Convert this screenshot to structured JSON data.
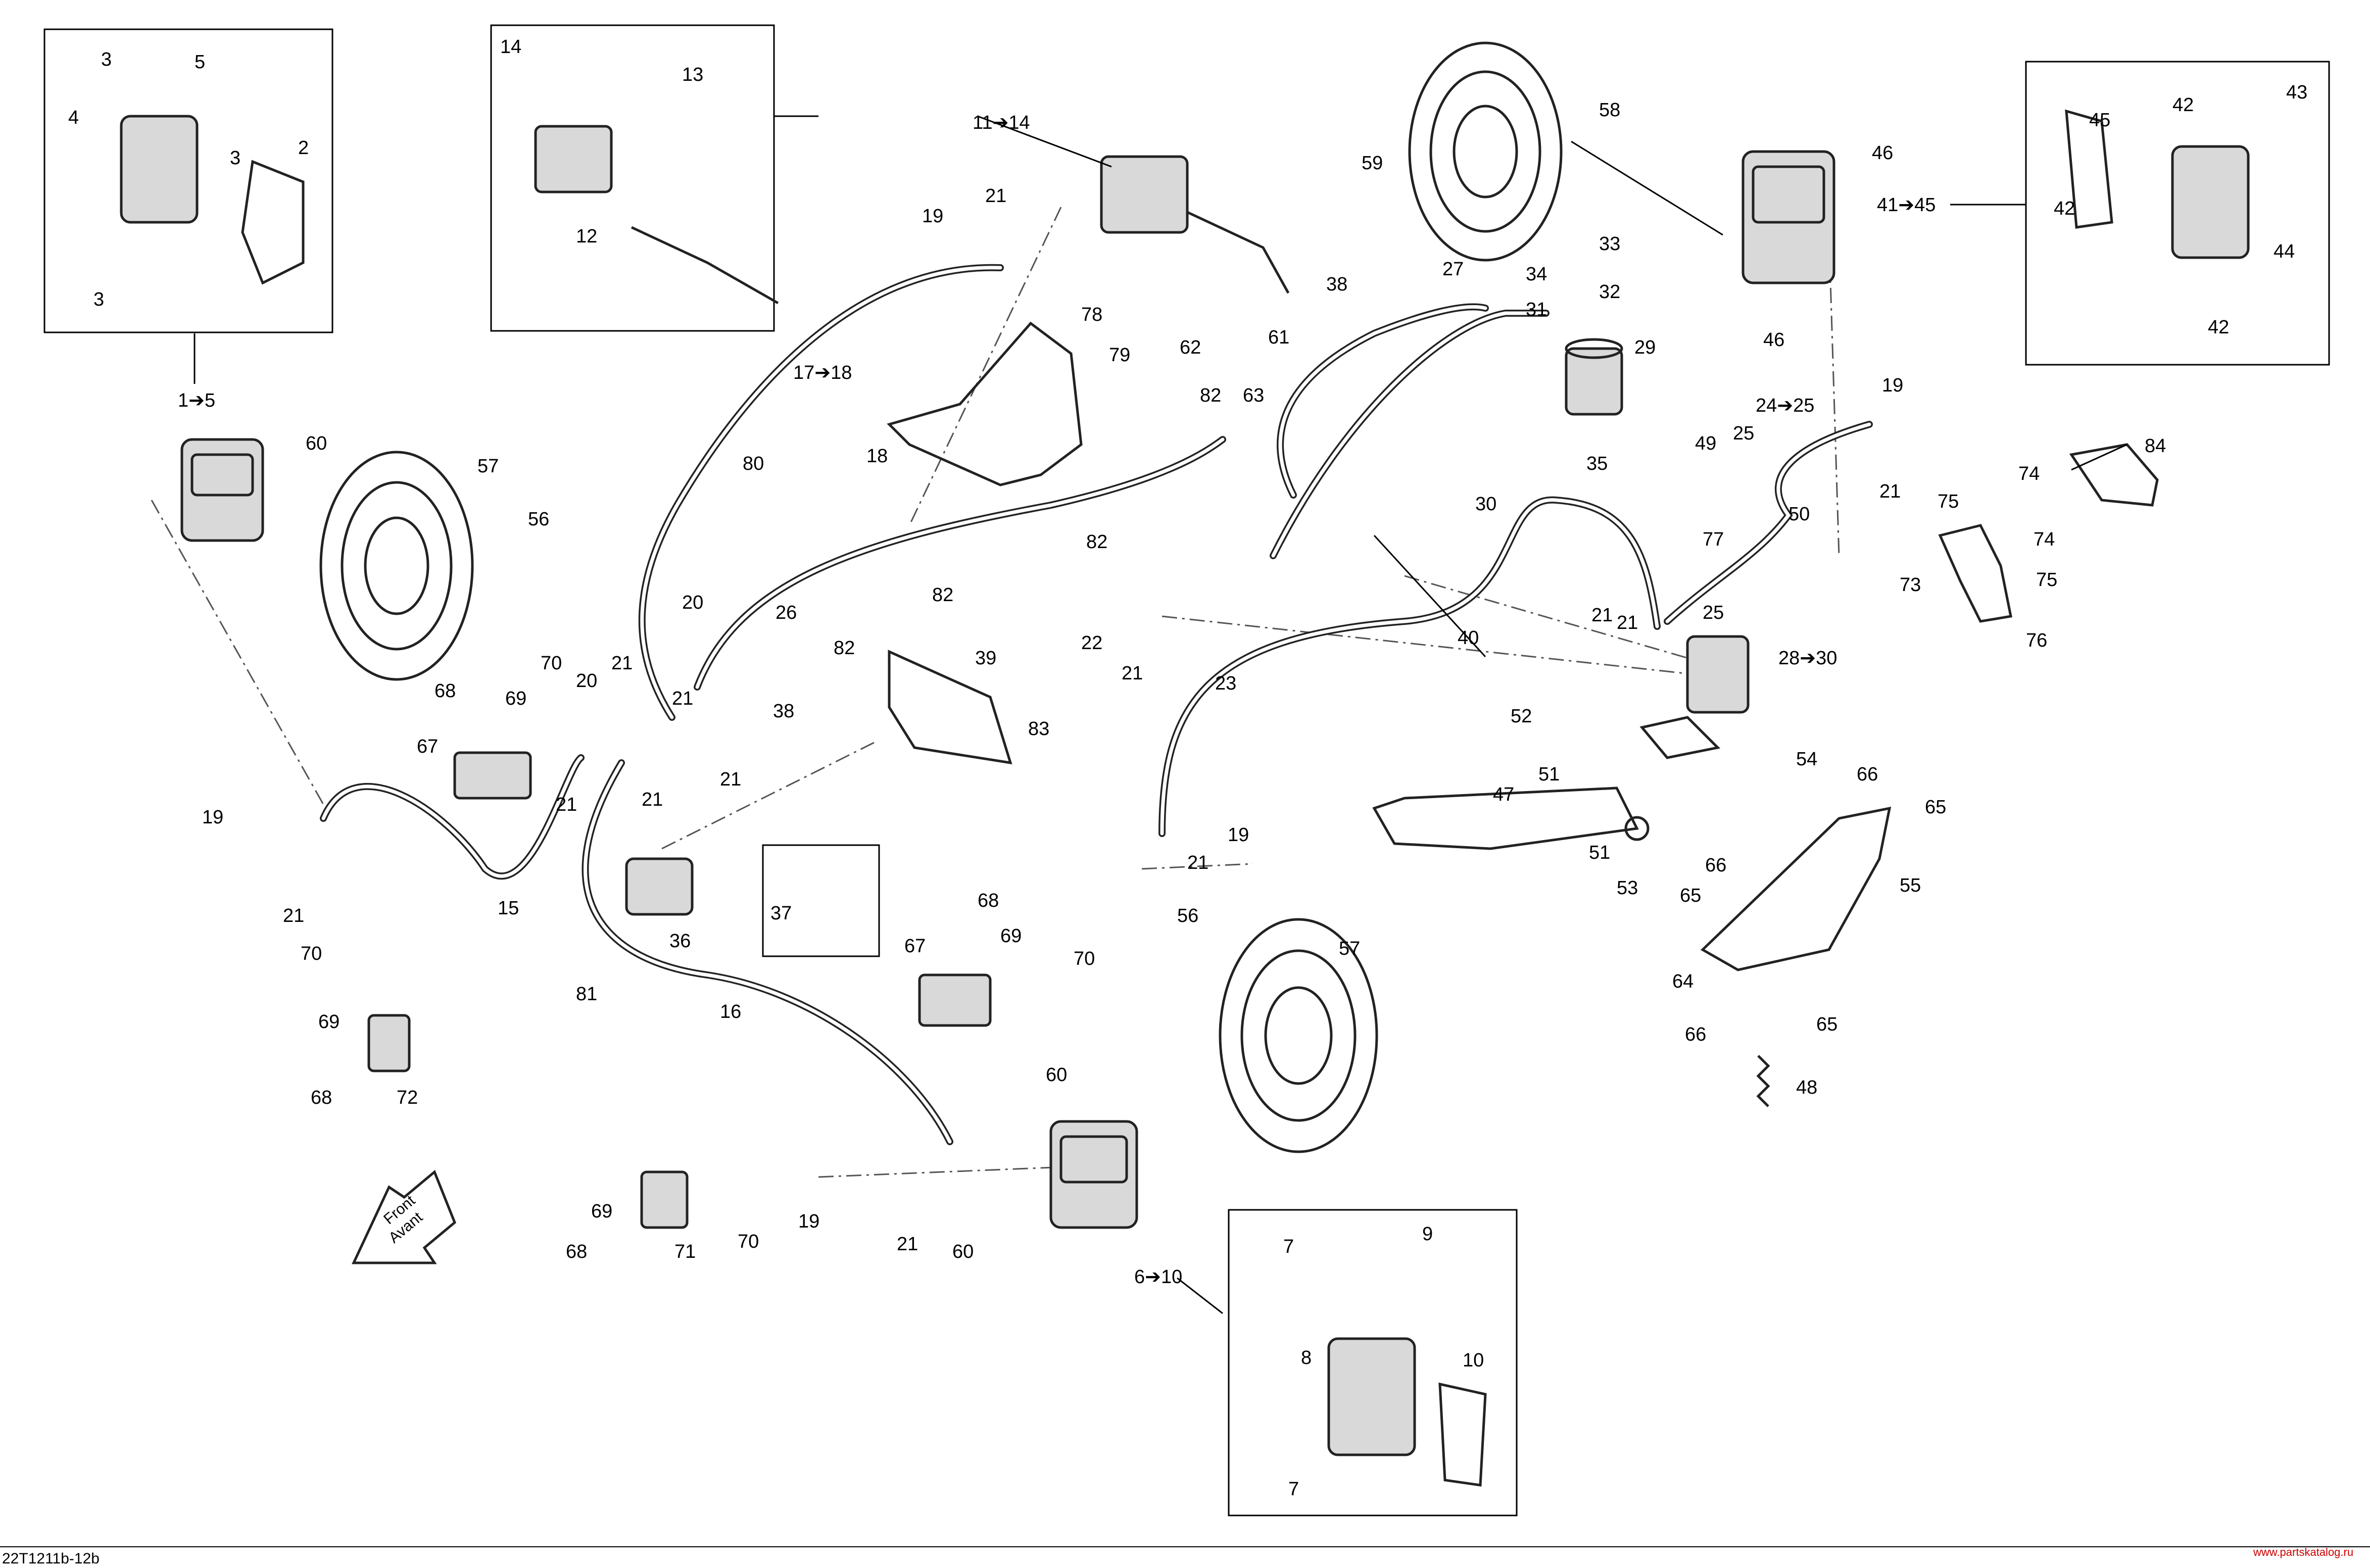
{
  "diagram": {
    "drawing_code": "22T1211b-12b",
    "watermark": "www.partskatalog.ru",
    "arrow_label_line1": "Front",
    "arrow_label_line2": "Avant",
    "callouts": {
      "c1_5": "1➔5",
      "c2": "2",
      "c3a": "3",
      "c3b": "3",
      "c3c": "3",
      "c4": "4",
      "c5": "5",
      "c6_10": "6➔10",
      "c7a": "7",
      "c7b": "7",
      "c8": "8",
      "c9": "9",
      "c10": "10",
      "c11_14": "11➔14",
      "c12": "12",
      "c13": "13",
      "c14": "14",
      "c15": "15",
      "c16": "16",
      "c17_18": "17➔18",
      "c18": "18",
      "c19a": "19",
      "c19b": "19",
      "c19c": "19",
      "c19d": "19",
      "c19e": "19",
      "c20a": "20",
      "c20b": "20",
      "c21a": "21",
      "c21b": "21",
      "c21c": "21",
      "c21d": "21",
      "c21e": "21",
      "c21f": "21",
      "c21g": "21",
      "c21h": "21",
      "c21i": "21",
      "c21j": "21",
      "c21k": "21",
      "c21l": "21",
      "c21m": "21",
      "c22": "22",
      "c23": "23",
      "c24_25": "24➔25",
      "c25a": "25",
      "c25b": "25",
      "c26": "26",
      "c27": "27",
      "c28_30": "28➔30",
      "c29": "29",
      "c30": "30",
      "c31": "31",
      "c32": "32",
      "c33": "33",
      "c34": "34",
      "c35": "35",
      "c36": "36",
      "c37": "37",
      "c38a": "38",
      "c38b": "38",
      "c39": "39",
      "c40": "40",
      "c41_45": "41➔45",
      "c42a": "42",
      "c42b": "42",
      "c42c": "42",
      "c43": "43",
      "c44": "44",
      "c45": "45",
      "c46a": "46",
      "c46b": "46",
      "c47": "47",
      "c48": "48",
      "c49": "49",
      "c50": "50",
      "c51a": "51",
      "c51b": "51",
      "c52": "52",
      "c53": "53",
      "c54": "54",
      "c55": "55",
      "c56a": "56",
      "c56b": "56",
      "c57a": "57",
      "c57b": "57",
      "c58": "58",
      "c59": "59",
      "c60a": "60",
      "c60b": "60",
      "c60c": "60",
      "c61": "61",
      "c62": "62",
      "c63": "63",
      "c64": "64",
      "c65a": "65",
      "c65b": "65",
      "c65c": "65",
      "c66a": "66",
      "c66b": "66",
      "c66c": "66",
      "c67a": "67",
      "c67b": "67",
      "c68a": "68",
      "c68b": "68",
      "c68c": "68",
      "c68d": "68",
      "c69a": "69",
      "c69b": "69",
      "c69c": "69",
      "c69d": "69",
      "c70a": "70",
      "c70b": "70",
      "c70c": "70",
      "c70d": "70",
      "c71": "71",
      "c72": "72",
      "c73": "73",
      "c74a": "74",
      "c74b": "74",
      "c75a": "75",
      "c75b": "75",
      "c76": "76",
      "c77": "77",
      "c78": "78",
      "c79": "79",
      "c80": "80",
      "c81": "81",
      "c82a": "82",
      "c82b": "82",
      "c82c": "82",
      "c82d": "82",
      "c83": "83",
      "c84": "84"
    }
  }
}
